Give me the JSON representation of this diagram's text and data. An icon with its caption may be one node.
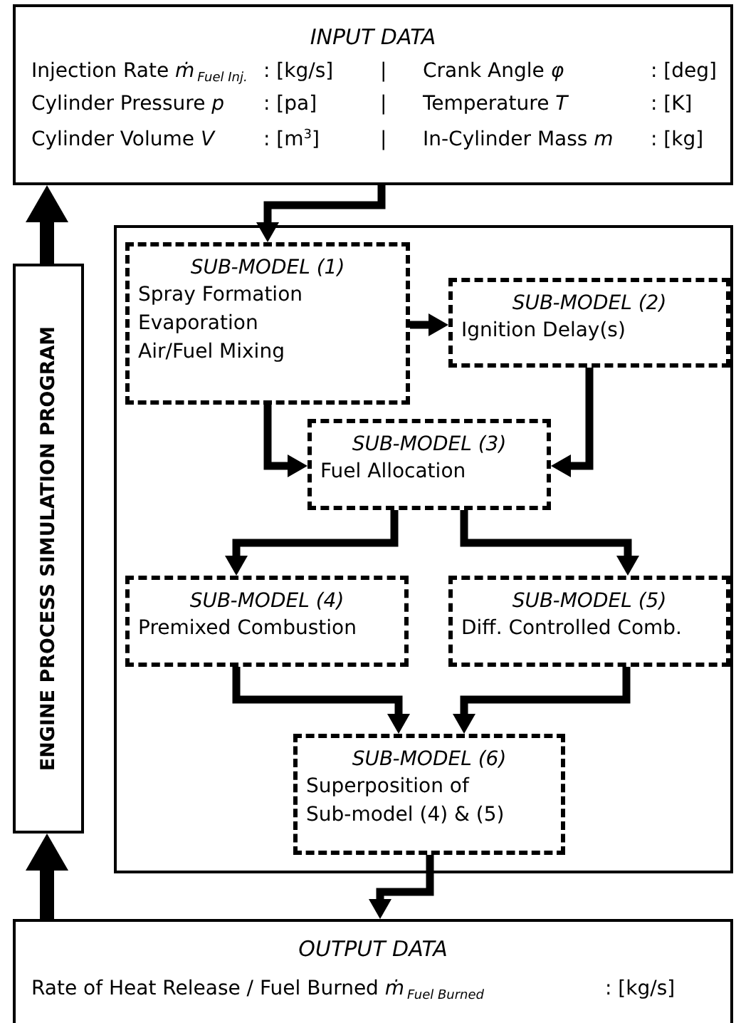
{
  "diagram": {
    "nodes": [
      {
        "text": [
          "INPUT DATA",
          "Injection Rate *ṁ*$_{Fuel Inj.}$",
          ": [kg/s]",
          "|",
          "Crank Angle *φ*",
          ": [deg]",
          "Cylinder Pressure *p*",
          ": [pa]",
          "|",
          "Temperature *T*",
          ": [K]",
          "Cylinder Volume *V*",
          ": [m$^{3}$]",
          "|",
          "In-Cylinder Mass *m*",
          ": [kg]"
        ]
      },
      {
        "text": [
          "ENGINE PROCESS SIMULATION PROGRAM"
        ]
      },
      {
        "text": [],
        "shape": "box"
      },
      {
        "text": [
          "SUB-MODEL (1)",
          "Spray Formation",
          "Evaporation",
          "Air/Fuel Mixing"
        ],
        "in": 2
      },
      {
        "text": [
          "SUB-MODEL (2)",
          "Ignition Delay(s)"
        ],
        "in": 2
      },
      {
        "text": [
          "SUB-MODEL (3)",
          "Fuel Allocation"
        ],
        "in": 2
      },
      {
        "text": [
          "SUB-MODEL (4)",
          "Premixed Combustion"
        ],
        "in": 2
      },
      {
        "text": [
          "SUB-MODEL (5)",
          "Diff. Controlled Comb."
        ],
        "in": 2
      },
      {
        "text": [
          "SUB-MODEL (6)",
          "Superposition of Sub-model (4) & (5)"
        ],
        "in": 2
      },
      {
        "text": [
          "OUTPUT DATA",
          "Rate of Heat Release / Fuel Burned *ṁ*$_{Fuel Burned}$",
          ": [kg/s]"
        ]
      }
    ],
    "edges": [
      {
        "from": 0,
        "to": 3,
        "arrow": "to"
      },
      {
        "from": 3,
        "to": 4,
        "arrow": "to"
      },
      {
        "from": 3,
        "to": 5,
        "arrow": "to"
      },
      {
        "from": 4,
        "to": 5,
        "arrow": "to"
      },
      {
        "from": 5,
        "to": 6,
        "arrow": "to"
      },
      {
        "from": 5,
        "to": 7,
        "arrow": "to"
      },
      {
        "from": 6,
        "to": 8,
        "arrow": "to"
      },
      {
        "from": 7,
        "to": 8,
        "arrow": "to"
      },
      {
        "from": 8,
        "to": 9,
        "arrow": "to"
      },
      {
        "from": 9,
        "to": 1,
        "arrow": "to",
        "style": "thick"
      },
      {
        "from": 1,
        "to": 0,
        "arrow": "to",
        "style": "thick"
      }
    ]
  }
}
